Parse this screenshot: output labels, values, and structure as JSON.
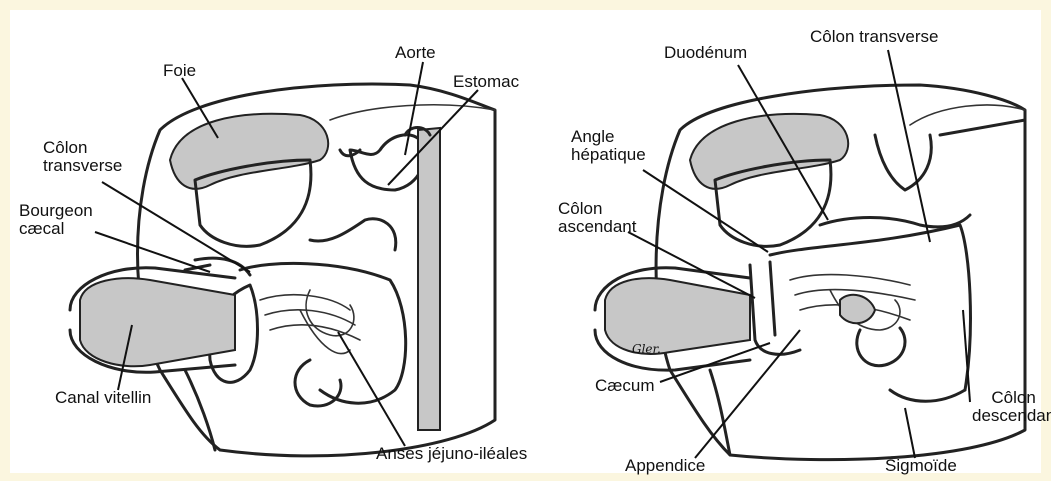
{
  "left_panel": {
    "foie": "Foie",
    "aorte": "Aorte",
    "estomac": "Estomac",
    "colon_transverse": "Côlon\ntransverse",
    "bourgeon_caecal": "Bourgeon\ncæcal",
    "canal_vitellin": "Canal vitellin",
    "anses": "Anses jéjuno-iléales"
  },
  "right_panel": {
    "duodenum": "Duodénum",
    "colon_transverse": "Côlon transverse",
    "angle_hepatique": "Angle\nhépatique",
    "colon_ascendant": "Côlon\nascendant",
    "caecum": "Cæcum",
    "appendice": "Appendice",
    "sigmoide": "Sigmoïde",
    "colon_descendant": "Côlon\ndescendan",
    "signature": "Gler."
  },
  "colors": {
    "page_border": "#fbf6df",
    "shading": "#c7c7c7",
    "ink": "#222222"
  }
}
